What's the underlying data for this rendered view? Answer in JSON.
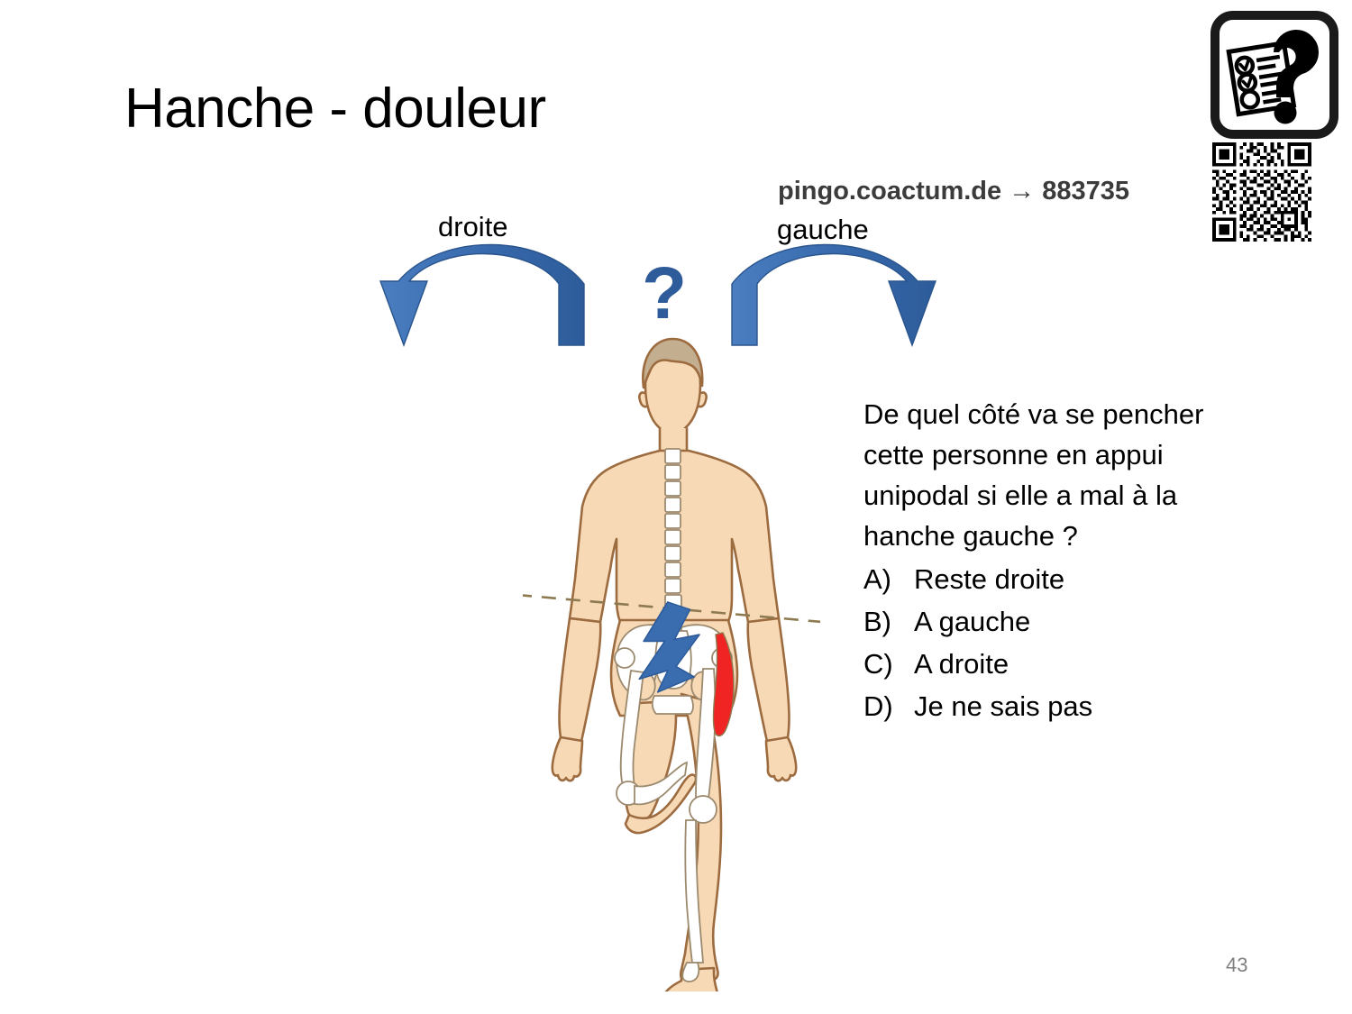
{
  "slide": {
    "title": "Hanche - douleur",
    "page_number": "43"
  },
  "poll": {
    "service_line": "pingo.coactum.de → 883735",
    "icon_name": "quiz-checklist-question-icon",
    "qr_name": "qr-code"
  },
  "diagram": {
    "label_left": "droite",
    "label_right": "gauche",
    "center_symbol": "?",
    "figure_name": "standing-person-one-leg-pelvis-anatomy",
    "pain_marker": "lightning-bolt-icon",
    "pain_zone": "red-hip-pain-area",
    "tilt_line": "dashed-pelvic-tilt-line"
  },
  "question": {
    "lines": [
      "De quel côté va se pencher",
      "cette personne en appui",
      "unipodal si elle a mal à la",
      "hanche gauche ?"
    ],
    "options": [
      {
        "key": "A)",
        "label": "Reste droite"
      },
      {
        "key": "B)",
        "label": "A gauche"
      },
      {
        "key": "C)",
        "label": "A droite"
      },
      {
        "key": "D)",
        "label": "Je ne sais pas"
      }
    ]
  },
  "colors": {
    "arrow_blue_dark": "#2e5c9a",
    "arrow_blue_light": "#4a7ec0",
    "skin": "#f7d9b6",
    "skin_outline": "#9c6b3f",
    "hair": "#c3ae8f",
    "bone": "#ffffff",
    "pain_red": "#ef2423",
    "page_number_gray": "#808080",
    "pingo_gray": "#3b3b3b"
  }
}
